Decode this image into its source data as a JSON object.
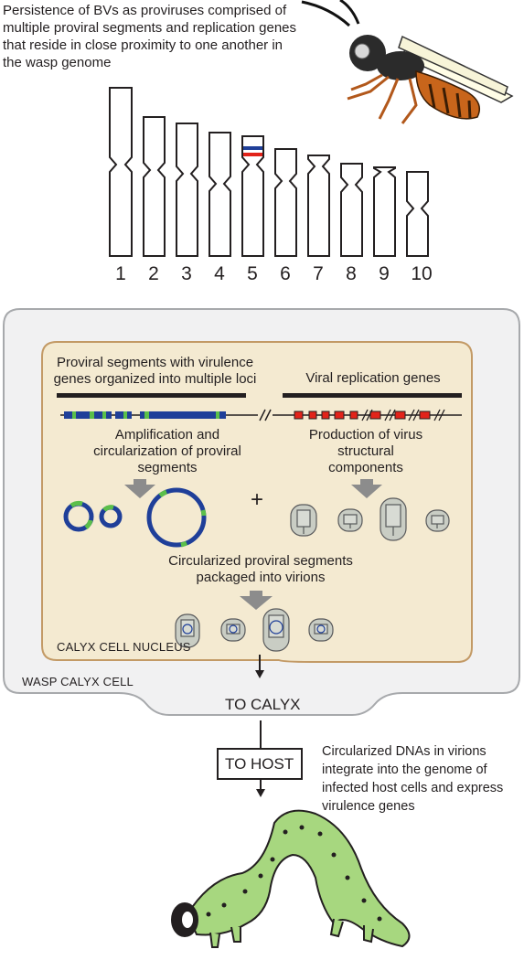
{
  "intro": "Persistence of BVs as proviruses comprised of multiple proviral segments and replication genes that reside in close proximity to one another in the wasp genome",
  "chromosomes": {
    "labels": [
      "1",
      "2",
      "3",
      "4",
      "5",
      "6",
      "7",
      "8",
      "9",
      "10"
    ]
  },
  "nucleus": {
    "segments_heading": "Proviral segments with virulence genes organized into multiple loci",
    "replication_heading": "Viral replication genes",
    "amplification": "Amplification and circularization of proviral segments",
    "production": "Production of virus structural components",
    "plus": "+",
    "packaged": "Circularized proviral segments packaged into virions",
    "label": "CALYX CELL NUCLEUS"
  },
  "cell_label": "WASP CALYX CELL",
  "to_calyx": "TO CALYX",
  "to_host": "TO HOST",
  "host_text": "Circularized DNAs in virions integrate into the genome of infected host cells and express virulence genes",
  "colors": {
    "cell_fill": "#f1f1f2",
    "nucleus_fill": "#f4ead1",
    "nucleus_border": "#c39a66",
    "proviral_blue": "#1f3f99",
    "proviral_green": "#5bbf4a",
    "replication_red": "#e2231a",
    "caterpillar_green": "#a7d77f",
    "arrow_gray": "#8c8c8c"
  }
}
